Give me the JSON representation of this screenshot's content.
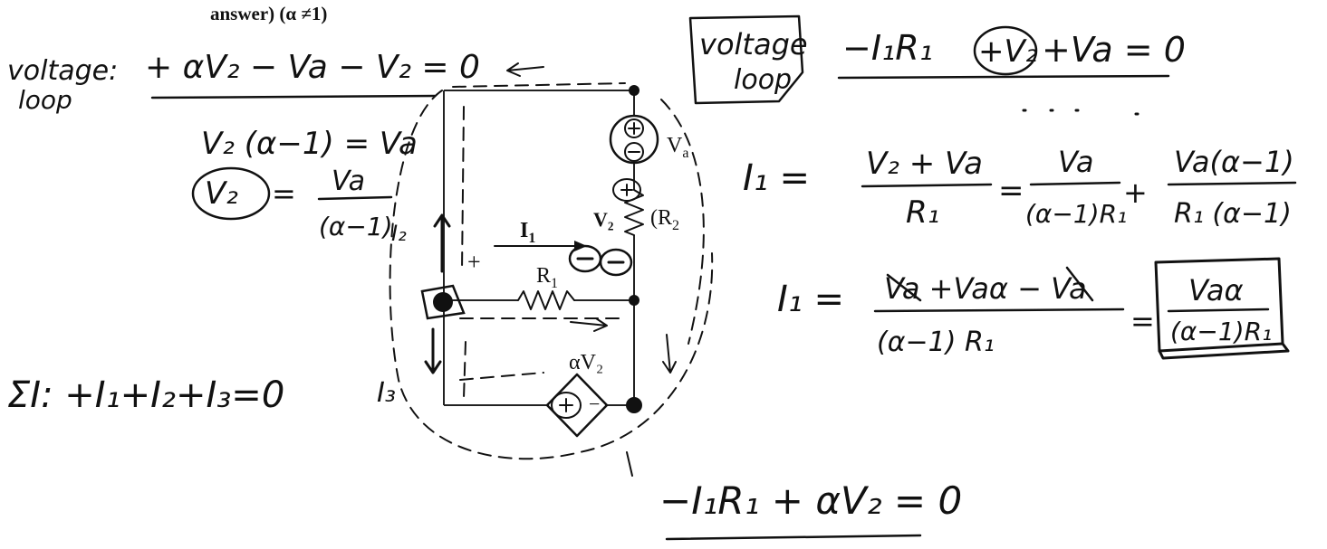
{
  "header": {
    "fragment": "answer) (α ≠1)"
  },
  "left_notes": {
    "loop_label_1": "voltage:",
    "loop_label_2": "loop",
    "kvl": "+ αV₂ − Va − V₂ = 0",
    "step": "V₂ (α−1) = Va",
    "circled_v2": "V₂",
    "eq": "=",
    "fraction_num": "Va",
    "fraction_den": "(α−1)",
    "kcl": "ΣI: +I₁+I₂+I₃=0"
  },
  "circuit": {
    "current_I1": "I",
    "current_I1_sub": "1",
    "resistor_R1": "R",
    "resistor_R1_sub": "1",
    "resistor_R2": "R",
    "resistor_R2_sub": "2",
    "source_Va": "V",
    "source_Va_sub": "a",
    "dep_source": "αV₂",
    "v2_label": "V₂",
    "i2_label": "I₂",
    "i3_label": "I₃",
    "plus": "+",
    "minus": "−"
  },
  "right_notes": {
    "box_line_1": "voltage",
    "box_line_2": "loop",
    "kvl2_a": "−I₁R₁",
    "kvl2_circled": "+V₂",
    "kvl2_b": "+Va = 0",
    "i1_lhs": "I₁ =",
    "i1_num": "V₂ + Va",
    "i1_den": "R₁",
    "eq1": "=",
    "f2_num": "Va",
    "f2_den": "(α−1)R₁",
    "plus_sign": "+",
    "f3_num": "Va(α−1)",
    "f3_den": "R₁ (α−1)",
    "i1_lhs2": "I₁ =",
    "simp_num_struck1": "Va",
    "simp_num_mid": " +Vaα − ",
    "simp_num_struck2": "Va",
    "simp_den": "(α−1) R₁",
    "eq2": "=",
    "result_num": "Vaα",
    "result_den": "(α−1)R₁",
    "bottom_eq": "−I₁R₁ + αV₂ = 0"
  }
}
